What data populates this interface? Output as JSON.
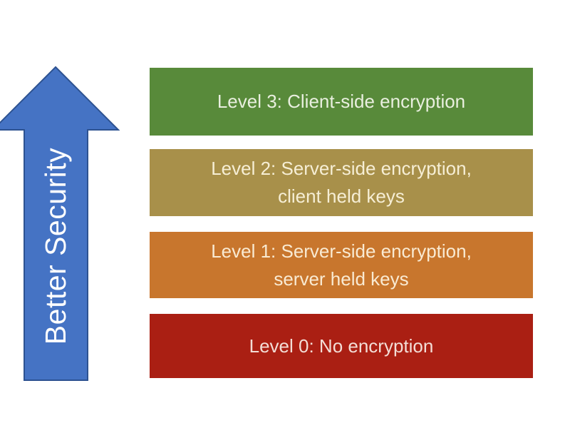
{
  "arrow": {
    "label": "Better Security",
    "direction": "up",
    "fill_color": "#4573c4",
    "border_color": "#2d5291",
    "text_color": "#ffffff"
  },
  "levels": [
    {
      "line1": "Level 3: Client-side encryption",
      "line2": "",
      "color": "#588a3a",
      "text_color": "#e9efdf"
    },
    {
      "line1": "Level 2: Server-side encryption,",
      "line2": "client held keys",
      "color": "#a8904a",
      "text_color": "#f6eed5"
    },
    {
      "line1": "Level 1: Server-side encryption,",
      "line2": "server held keys",
      "color": "#c8762d",
      "text_color": "#f9ead2"
    },
    {
      "line1": "Level 0: No encryption",
      "line2": "",
      "color": "#aa1f13",
      "text_color": "#f3ddd6"
    }
  ],
  "background_color": "#ffffff"
}
